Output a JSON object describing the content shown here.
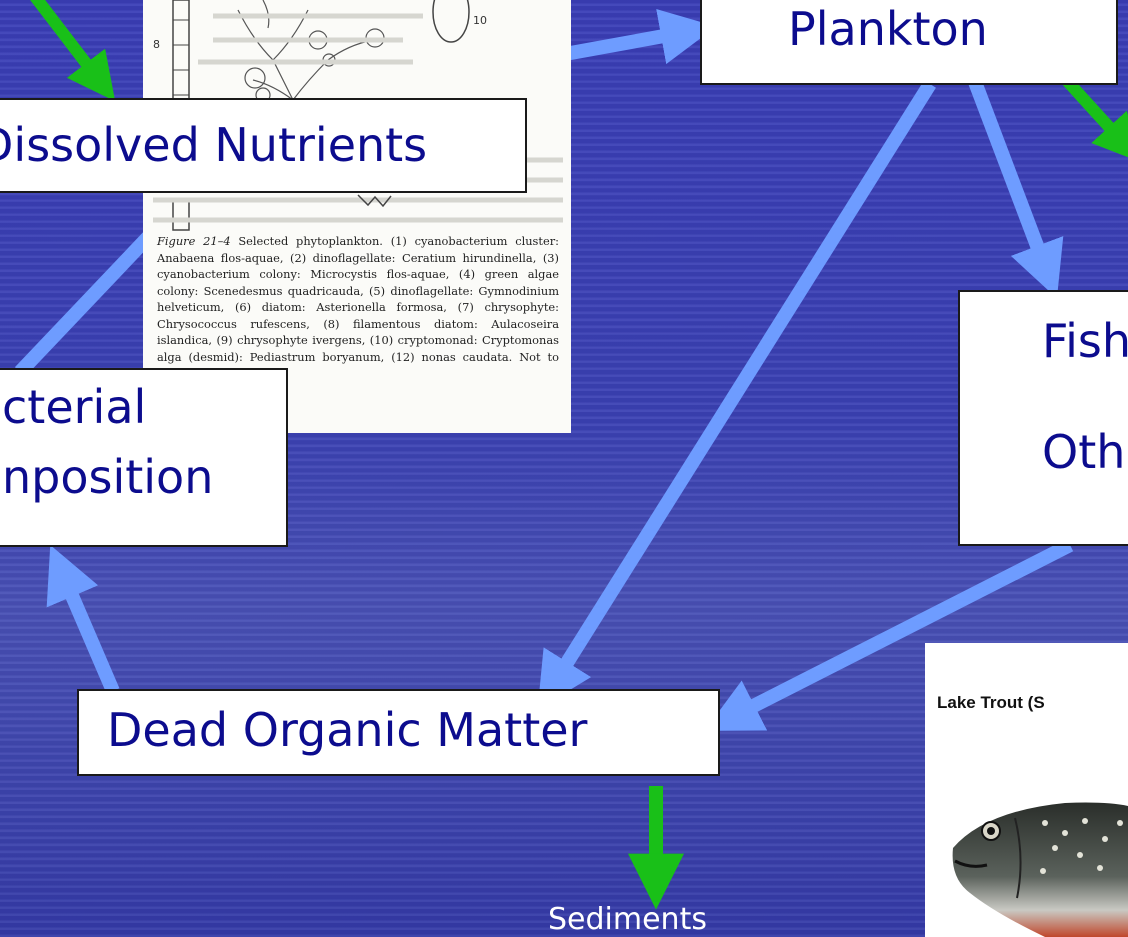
{
  "nodes": {
    "plankton": "Plankton",
    "dissolved_nutrients": "Dissolved Nutrients",
    "fish_line1": "Fish",
    "fish_line2": "Oth",
    "bacterial_line1": "cterial",
    "bacterial_line2": "nposition",
    "dead_organic_matter": "Dead Organic Matter",
    "sediments": "Sediments"
  },
  "phyto_figure": {
    "visible_numbers": [
      "8",
      "10"
    ],
    "caption_label": "Figure 21–4",
    "caption_text": "Selected phytoplankton. (1) cyanobacterium cluster: Anabaena flos-aquae, (2) dinoflagellate: Ceratium hirundinella, (3) cyanobacterium colony: Microcystis flos-aquae, (4) green algae colony: Scenedesmus quadricauda, (5) dinoflagellate: Gymnodinium helveticum, (6) diatom: Asterionella formosa, (7) chrysophyte: Chrysococcus rufescens, (8) filamentous diatom: Aulacoseira islandica, (9) chrysophyte",
    "caption_text_2": "ivergens, (10) cryptomonad: Cryptomonas alga (desmid): Pediastrum boryanum, (12) nonas caudata. Not to scale."
  },
  "trout_image": {
    "label": "Lake Trout (S"
  },
  "arrow_colors": {
    "blue": "#6e9cff",
    "green": "#19c018"
  }
}
